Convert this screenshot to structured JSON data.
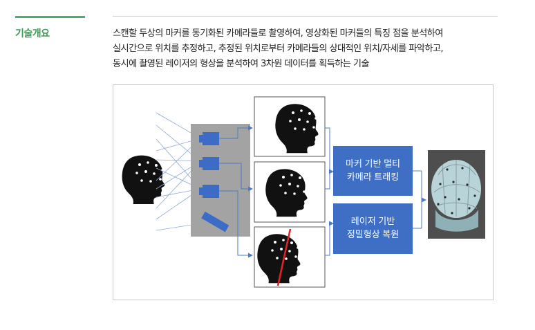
{
  "section": {
    "label": "기술개요",
    "description_lines": [
      "스캔할 두상의 마커를 동기화된 카메라들로 촬영하여, 영상화된 마커들의 특징 점을 분석하여",
      "실시간으로 위치를 추정하고, 추정된 위치로부터 카메라들의 상대적인 위치/자세를 파악하고,",
      "동시에 촬영된 레이저의 형상을 분석하여 3차원 데이터를 획득하는 기술"
    ]
  },
  "diagram": {
    "box_marker": {
      "line1": "마커 기반 멀티",
      "line2": "카메라 트래킹",
      "color": "#3f6fc4"
    },
    "box_laser": {
      "line1": "레이저 기반",
      "line2": "정밀형상 복원",
      "color": "#3f6fc4"
    },
    "colors": {
      "accent": "#4caf67",
      "camera": "#3d6cc7",
      "camera_panel": "#a3a3a3",
      "laser": "#e0202a",
      "arrow": "#4d7bc6"
    }
  }
}
